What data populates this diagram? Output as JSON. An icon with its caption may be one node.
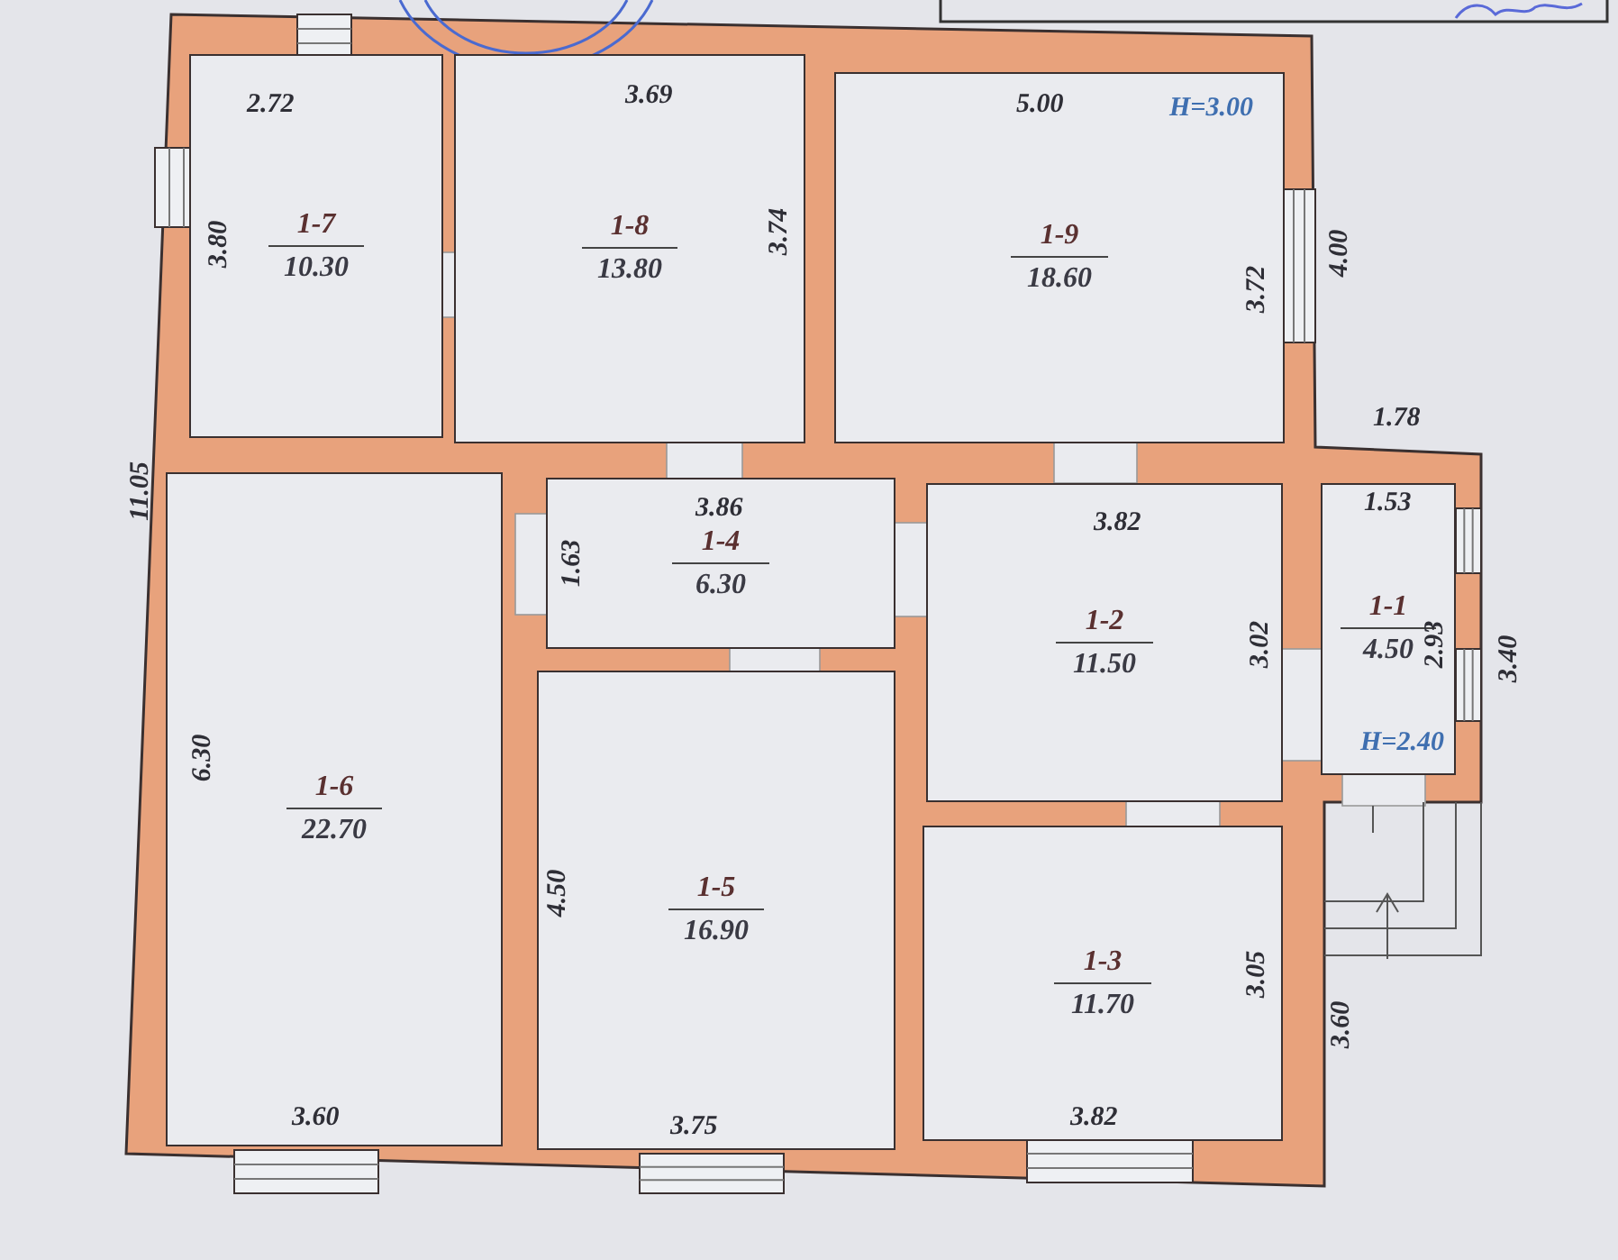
{
  "diagram": {
    "nodes": [
      {
        "text": [
          "1-7",
          "10.30"
        ]
      },
      {
        "text": [
          "1-8",
          "13.80"
        ]
      },
      {
        "text": [
          "1-9",
          "18.60"
        ]
      },
      {
        "text": [
          "1-4",
          "6.30"
        ]
      },
      {
        "text": [
          "1-2",
          "11.50"
        ]
      },
      {
        "text": [
          "1-1",
          "4.50"
        ]
      },
      {
        "text": [
          "1-6",
          "22.70"
        ]
      },
      {
        "text": [
          "1-5",
          "16.90"
        ]
      },
      {
        "text": [
          "1-3",
          "11.70"
        ]
      }
    ],
    "labels": [
      "2.72",
      "3.80",
      "3.69",
      "3.74",
      "5.00",
      "H=3.00",
      "3.72",
      "4.00",
      "1.78",
      "11.05",
      "3.86",
      "1.63",
      "3.82",
      "1.53",
      "2.93",
      "3.02",
      "3.40",
      "H=2.40",
      "6.30",
      "4.50",
      "3.05",
      "3.60",
      "3.60",
      "3.75",
      "3.82"
    ]
  }
}
